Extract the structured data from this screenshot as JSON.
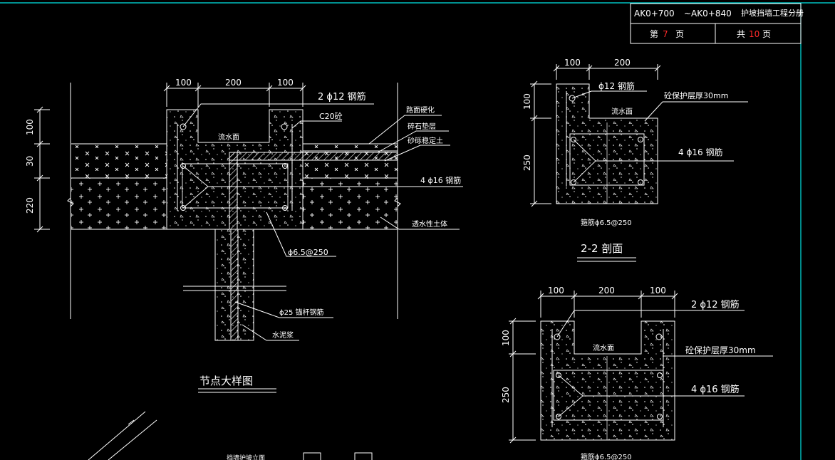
{
  "title_block": {
    "station_start": "AK0+700",
    "station_end": "~AK0+840",
    "project": "护坡挡墙工程分册",
    "sheet_prefix": "第",
    "sheet_no": "7",
    "sheet_unit": "页",
    "total_prefix": "共",
    "total_no": "10",
    "total_unit": "页"
  },
  "node_detail": {
    "title": "节点大样图",
    "dims_top": [
      "100",
      "200",
      "100"
    ],
    "dims_left": [
      "100",
      "30",
      "220"
    ],
    "label_top_rebar": "2 ϕ12 钢筋",
    "label_concrete": "C20砼",
    "label_surface": "路面硬化",
    "label_base": "碎石垫层",
    "label_subbase": "砂砾稳定土",
    "label_main_rebar": "4 ϕ16 钢筋",
    "label_fill": "透水性土体",
    "label_flow": "流水面",
    "label_stirrup": "ϕ6.5@250",
    "label_anchor": "ϕ25 锚杆钢筋",
    "label_mortar": "水泥浆"
  },
  "section_22": {
    "title": "2-2 剖面",
    "dims_top": [
      "100",
      "200"
    ],
    "dims_left": [
      "100",
      "250"
    ],
    "label_top_rebar": "ϕ12 钢筋",
    "label_cover": "砼保护层厚30mm",
    "label_main_rebar": "4 ϕ16 钢筋",
    "label_flow": "流水面",
    "label_stirrup": "箍筋ϕ6.5@250"
  },
  "section_11": {
    "dims_top": [
      "100",
      "200",
      "100"
    ],
    "dims_left": [
      "100",
      "250"
    ],
    "label_top_rebar": "2 ϕ12 钢筋",
    "label_cover": "砼保护层厚30mm",
    "label_main_rebar": "4 ϕ16 钢筋",
    "label_flow": "流水面",
    "label_stirrup": "箍筋ϕ6.5@250"
  },
  "bottom": {
    "label_partial": "挡墙护坡立面"
  },
  "colors": {
    "background": "#000000",
    "line": "#ffffff",
    "accent": "#ff2a2a",
    "frame": "#00e5e5"
  }
}
